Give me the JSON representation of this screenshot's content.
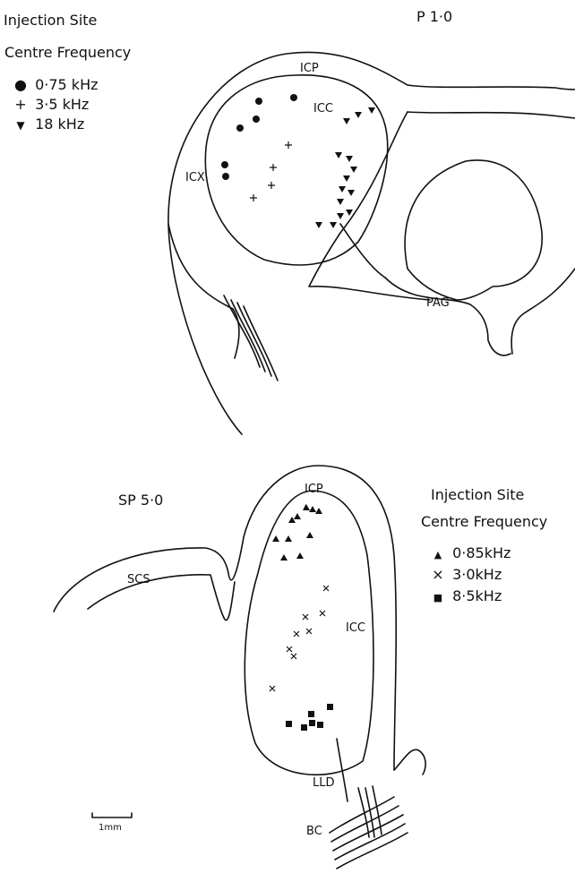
{
  "top": {
    "section_label": "P 1·0",
    "legend": {
      "title_line1": "Injection Site",
      "title_line2": "Centre Frequency",
      "items": [
        {
          "symbol": "dot",
          "glyph": "●",
          "label": "0·75 kHz"
        },
        {
          "symbol": "plus",
          "glyph": "+",
          "label": "3·5 kHz"
        },
        {
          "symbol": "triangle-down",
          "glyph": "▼",
          "label": "18 kHz"
        }
      ]
    },
    "regions": {
      "icp": "ICP",
      "icc": "ICC",
      "icx": "ICX",
      "pag": "PAG"
    }
  },
  "bottom": {
    "section_label": "SP 5·0",
    "legend": {
      "title_line1": "Injection Site",
      "title_line2": "Centre Frequency",
      "items": [
        {
          "symbol": "triangle-up",
          "glyph": "▲",
          "label": "0·85kHz"
        },
        {
          "symbol": "cross",
          "glyph": "×",
          "label": "3·0kHz"
        },
        {
          "symbol": "square",
          "glyph": "■",
          "label": "8·5kHz"
        }
      ]
    },
    "regions": {
      "icp": "ICP",
      "icc": "ICC",
      "scs": "SCS",
      "lld": "LLD",
      "bc": "BC"
    }
  },
  "scale_bar": {
    "label": "1mm"
  }
}
